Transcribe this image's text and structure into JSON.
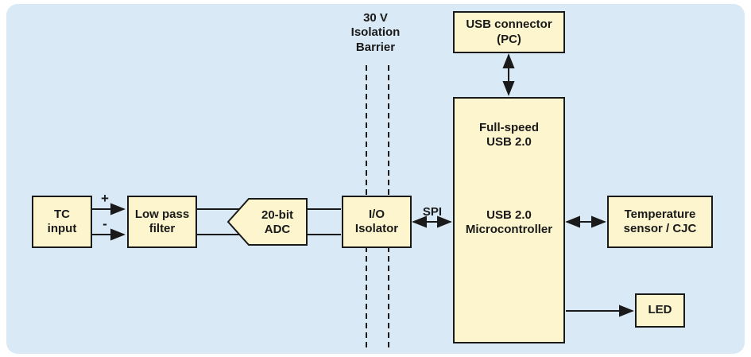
{
  "colors": {
    "page_bg": "#ffffff",
    "panel_bg": "#d9eaf6",
    "block_fill": "#fcf5cd",
    "line_color": "#1a1a1a",
    "text_color": "#1a1a1a"
  },
  "annotations": {
    "isolation_barrier": "30 V\nIsolation\nBarrier",
    "spi": "SPI",
    "plus": "+",
    "minus": "-"
  },
  "blocks": {
    "tc_input": "TC\ninput",
    "low_pass_filter": "Low pass\nfilter",
    "adc": "20-bit\nADC",
    "io_isolator": "I/O\nIsolator",
    "usb_connector": "USB connector\n(PC)",
    "mcu_usb": "Full-speed\nUSB 2.0",
    "mcu_core": "USB 2.0\nMicrocontroller",
    "temperature_sensor": "Temperature\nsensor / CJC",
    "led": "LED"
  }
}
